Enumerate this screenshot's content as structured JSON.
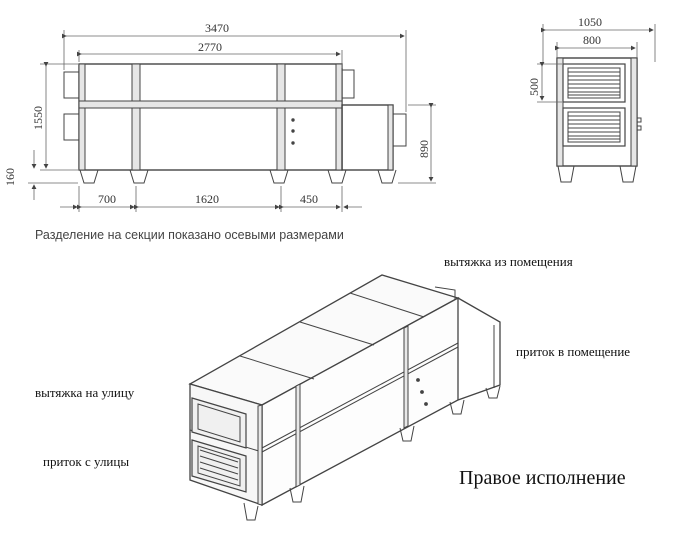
{
  "dimensions": {
    "overall_length": "3470",
    "body_length": "2770",
    "height": "1550",
    "leg_height": "160",
    "section_1": "700",
    "section_2": "1620",
    "section_3": "450",
    "section_3_height": "890",
    "side_width_total": "1050",
    "side_width_body": "800",
    "side_height_port": "500"
  },
  "note": "Разделение на секции показано осевыми размерами",
  "labels": {
    "exhaust_from_room": "вытяжка из помещения",
    "supply_to_room": "приток в помещение",
    "exhaust_to_street": "вытяжка на улицу",
    "supply_from_street": "приток с улицы"
  },
  "variant": "Правое исполнение"
}
